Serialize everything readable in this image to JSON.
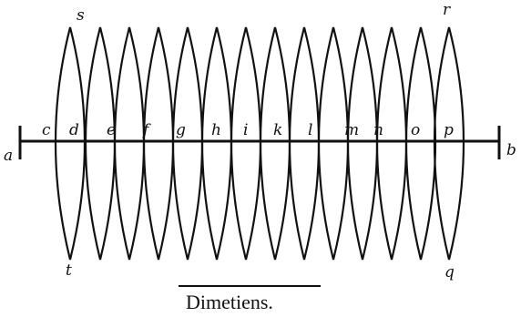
{
  "figure": {
    "letters": [
      "c",
      "d",
      "e",
      "f",
      "g",
      "h",
      "i",
      "k",
      "l",
      "m",
      "n",
      "o",
      "p"
    ],
    "end_left": "a",
    "end_right": "b",
    "top_left": "s",
    "top_right": "r",
    "bottom_left": "t",
    "bottom_right": "q",
    "caption": "Dimetiens."
  }
}
